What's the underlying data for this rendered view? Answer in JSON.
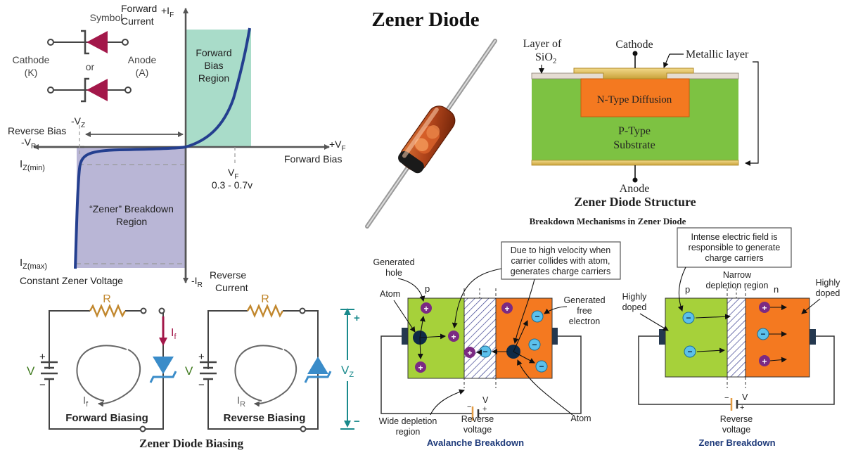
{
  "title": "Zener Diode",
  "iv": {
    "symbol": "Symbol",
    "or": "or",
    "cathode": "Cathode",
    "cathode_k": "(K)",
    "anode": "Anode",
    "anode_a": "(A)",
    "forward_current_1": "Forward",
    "forward_current_2": "Current",
    "plus_if": "+I",
    "plus_if_sub": "F",
    "forward_bias_region_1": "Forward",
    "forward_bias_region_2": "Bias",
    "forward_bias_region_3": "Region",
    "minus_vz": "-V",
    "minus_vz_sub": "Z",
    "reverse_bias": "Reverse Bias",
    "minus_vr": "-V",
    "minus_vr_sub": "R",
    "plus_vf": "+V",
    "plus_vf_sub": "F",
    "forward_bias": "Forward Bias",
    "iz_min": "I",
    "iz_min_sub": "Z(min)",
    "vf": "V",
    "vf_sub": "F",
    "vf_range": "0.3 - 0.7v",
    "zener_region_1": "“Zener” Breakdown",
    "zener_region_2": "Region",
    "iz_max": "I",
    "iz_max_sub": "Z(max)",
    "constant_zener": "Constant Zener Voltage",
    "minus_ir": "-I",
    "minus_ir_sub": "R",
    "reverse_current_1": "Reverse",
    "reverse_current_2": "Current"
  },
  "biasing": {
    "r1": "R",
    "if_arrow": "I",
    "if_arrow_sub": "f",
    "v1": "V",
    "if_loop": "I",
    "if_loop_sub": "f",
    "forward_biasing": "Forward Biasing",
    "r2": "R",
    "v2": "V",
    "ir_loop": "I",
    "ir_loop_sub": "R",
    "reverse_biasing": "Reverse Biasing",
    "vz": "V",
    "vz_sub": "Z",
    "plus": "+",
    "minus": "−",
    "caption": "Zener Diode Biasing"
  },
  "structure": {
    "layer_of": "Layer of",
    "sio2": "SiO",
    "sio2_sub": "2",
    "cathode": "Cathode",
    "metallic_layer": "Metallic layer",
    "n_type": "N-Type Diffusion",
    "p_type_1": "P-Type",
    "p_type_2": "Substrate",
    "anode": "Anode",
    "caption": "Zener Diode Structure"
  },
  "breakdown": {
    "heading": "Breakdown Mechanisms in Zener Diode",
    "avalanche": {
      "callout_1": "Due to high velocity when",
      "callout_2": "carrier collides with atom,",
      "callout_3": "generates charge carriers",
      "generated_hole_1": "Generated",
      "generated_hole_2": "hole",
      "p": "p",
      "atom_left": "Atom",
      "generated_free_1": "Generated",
      "generated_free_2": "free",
      "generated_free_3": "electron",
      "wide_depletion_1": "Wide depletion",
      "wide_depletion_2": "region",
      "v": "V",
      "minus": "−",
      "plus": "+",
      "reverse_voltage_1": "Reverse",
      "reverse_voltage_2": "voltage",
      "atom_right": "Atom",
      "caption": "Avalanche Breakdown"
    },
    "zener": {
      "callout_1": "Intense electric field is",
      "callout_2": "responsible to generate",
      "callout_3": "charge carriers",
      "narrow_1": "Narrow",
      "narrow_2": "depletion region",
      "p": "p",
      "n": "n",
      "highly_doped_left_1": "Highly",
      "highly_doped_left_2": "doped",
      "highly_doped_right_1": "Highly",
      "highly_doped_right_2": "doped",
      "v": "V",
      "minus": "−",
      "plus": "+",
      "reverse_voltage_1": "Reverse",
      "reverse_voltage_2": "voltage",
      "caption": "Zener Breakdown"
    }
  },
  "colors": {
    "curve": "#243f8f",
    "forward_region": "#a9dcc9",
    "zener_region": "#b9b6d6",
    "diode_symbol": "#a3184a",
    "zener_symbol": "#3a8cc9",
    "p_green": "#a6d13a",
    "n_orange": "#f47920",
    "substrate_green": "#7dc242",
    "hole_purple": "#7b2a83",
    "electron_blue": "#5bc0eb",
    "atom_navy": "#0e2a47"
  }
}
